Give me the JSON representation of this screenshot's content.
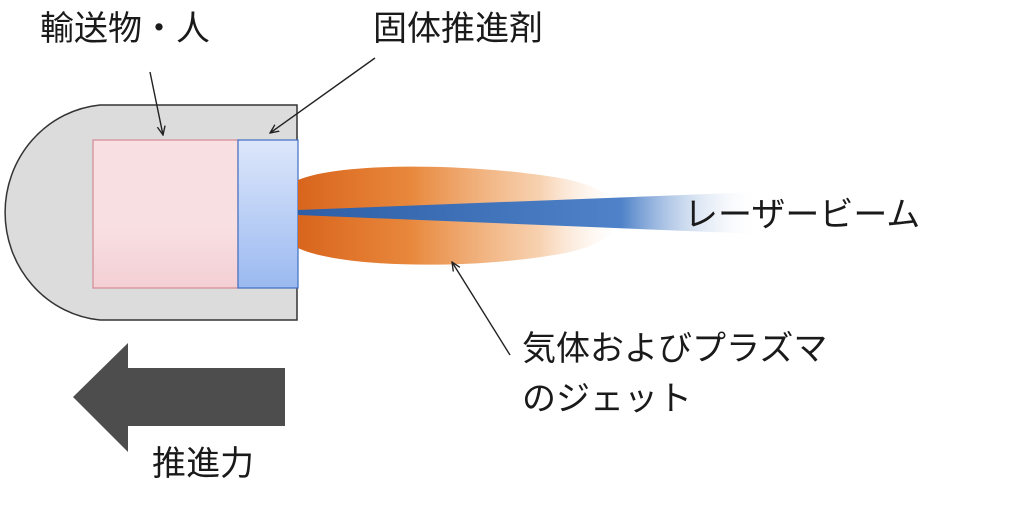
{
  "labels": {
    "payload": "輸送物・人",
    "propellant": "固体推進剤",
    "laser": "レーザービーム",
    "jet_line1": "気体およびプラズマ",
    "jet_line2": "のジェット",
    "thrust": "推進力"
  },
  "colors": {
    "capsule_fill": "#dcdcdc",
    "capsule_stroke": "#333333",
    "payload_fill": "#f7dfe2",
    "payload_stroke": "#d9909a",
    "propellant_fill_top": "#dce6fb",
    "propellant_fill_bottom": "#9fbcf2",
    "propellant_stroke": "#4472c4",
    "plume_orange": "#e07a2a",
    "laser_blue": "#2e5fa8",
    "arrow_gray": "#4d4d4d",
    "text": "#1a1a1a"
  },
  "icons": {
    "thrust_arrow": "arrow-left-icon"
  }
}
